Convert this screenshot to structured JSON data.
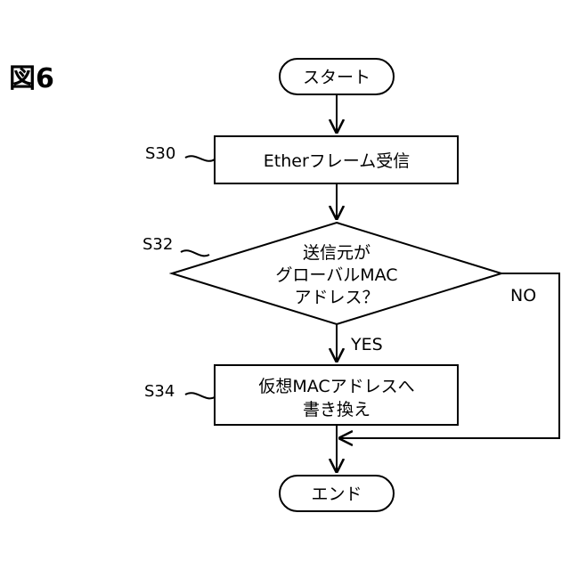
{
  "figure_label": "図6",
  "nodes": {
    "start": {
      "text": "スタート"
    },
    "s30": {
      "step": "S30",
      "text": "Etherフレーム受信"
    },
    "s32": {
      "step": "S32",
      "line1": "送信元が",
      "line2": "グローバルMAC",
      "line3": "アドレス？"
    },
    "s34": {
      "step": "S34",
      "line1": "仮想MACアドレスへ",
      "line2": "書き換え"
    },
    "end": {
      "text": "エンド"
    }
  },
  "edges": {
    "yes_label": "YES",
    "no_label": "NO"
  }
}
